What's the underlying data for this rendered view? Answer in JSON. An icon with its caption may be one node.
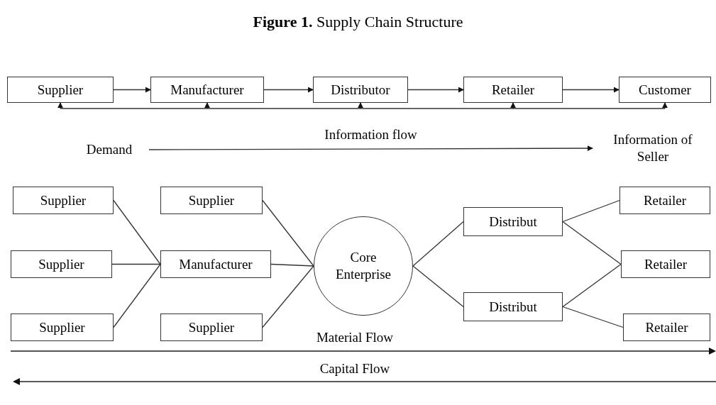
{
  "diagram": {
    "title": "**Figure 1.** Supply Chain Structure",
    "nodes": [
      {
        "text": [
          "Supplier"
        ]
      },
      {
        "text": [
          "Manufacturer"
        ]
      },
      {
        "text": [
          "Distributor"
        ]
      },
      {
        "text": [
          "Retailer"
        ]
      },
      {
        "text": [
          "Customer"
        ]
      },
      {
        "text": [
          "Demand"
        ]
      },
      {
        "text": [
          "Information of Seller"
        ]
      },
      {
        "text": [
          "Supplier"
        ]
      },
      {
        "text": [
          "Supplier"
        ]
      },
      {
        "text": [
          "Supplier"
        ]
      },
      {
        "text": [
          "Supplier"
        ]
      },
      {
        "text": [
          "Manufacturer"
        ]
      },
      {
        "text": [
          "Supplier"
        ]
      },
      {
        "text": [
          "Core Enterprise"
        ]
      },
      {
        "text": [
          "Distribut"
        ]
      },
      {
        "text": [
          "Distribut"
        ]
      },
      {
        "text": [
          "Retailer"
        ]
      },
      {
        "text": [
          "Retailer"
        ]
      },
      {
        "text": [
          "Retailer"
        ]
      }
    ],
    "edges": [
      {
        "from": 0,
        "to": 1,
        "arrow": "to"
      },
      {
        "from": 1,
        "to": 2,
        "arrow": "to"
      },
      {
        "from": 2,
        "to": 3,
        "arrow": "to"
      },
      {
        "from": 3,
        "to": 4,
        "arrow": "to"
      },
      {
        "from": null,
        "to": 0,
        "arrow": "to"
      },
      {
        "from": null,
        "to": 1,
        "arrow": "to"
      },
      {
        "from": null,
        "to": 2,
        "arrow": "to"
      },
      {
        "from": null,
        "to": 3,
        "arrow": "to"
      },
      {
        "from": null,
        "to": 4,
        "arrow": "to"
      },
      {
        "from": 5,
        "to": 6,
        "arrow": "to",
        "label": "Information flow"
      },
      {
        "from": 7,
        "to": 11,
        "arrow": "none"
      },
      {
        "from": 8,
        "to": 11,
        "arrow": "none"
      },
      {
        "from": 9,
        "to": 11,
        "arrow": "none"
      },
      {
        "from": 10,
        "to": 13,
        "arrow": "none"
      },
      {
        "from": 11,
        "to": 13,
        "arrow": "none"
      },
      {
        "from": 12,
        "to": 13,
        "arrow": "none"
      },
      {
        "from": 13,
        "to": 14,
        "arrow": "none"
      },
      {
        "from": 13,
        "to": 15,
        "arrow": "none"
      },
      {
        "from": 14,
        "to": 16,
        "arrow": "none"
      },
      {
        "from": 14,
        "to": 17,
        "arrow": "none"
      },
      {
        "from": 15,
        "to": 17,
        "arrow": "none"
      },
      {
        "from": 15,
        "to": 18,
        "arrow": "none"
      }
    ],
    "labels": [
      "Material Flow",
      "Capital Flow"
    ]
  }
}
